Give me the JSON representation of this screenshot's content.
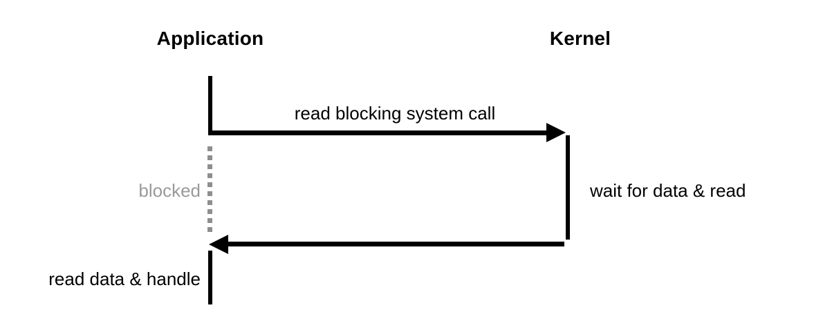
{
  "actors": {
    "application": "Application",
    "kernel": "Kernel"
  },
  "messages": {
    "call": "read blocking system call",
    "kernel_activity": "wait for data & read",
    "app_activity": "read data & handle"
  },
  "annotations": {
    "blocked": "blocked"
  },
  "colors": {
    "line": "#000000",
    "blocked_text": "#9a9a9a",
    "dots": "#8e8e8e",
    "background": "#ffffff"
  }
}
